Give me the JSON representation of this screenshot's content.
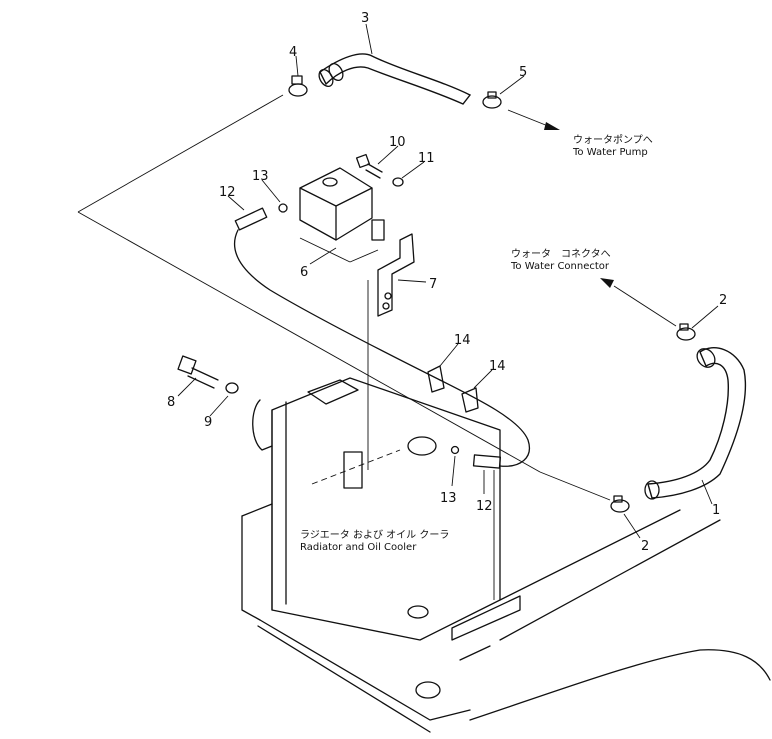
{
  "parts": [
    {
      "id": "part-1",
      "number": "1"
    },
    {
      "id": "part-2a",
      "number": "2"
    },
    {
      "id": "part-2b",
      "number": "2"
    },
    {
      "id": "part-3",
      "number": "3"
    },
    {
      "id": "part-4",
      "number": "4"
    },
    {
      "id": "part-5",
      "number": "5"
    },
    {
      "id": "part-6",
      "number": "6"
    },
    {
      "id": "part-7",
      "number": "7"
    },
    {
      "id": "part-8",
      "number": "8"
    },
    {
      "id": "part-9",
      "number": "9"
    },
    {
      "id": "part-10",
      "number": "10"
    },
    {
      "id": "part-11",
      "number": "11"
    },
    {
      "id": "part-12a",
      "number": "12"
    },
    {
      "id": "part-12b",
      "number": "12"
    },
    {
      "id": "part-13a",
      "number": "13"
    },
    {
      "id": "part-13b",
      "number": "13"
    },
    {
      "id": "part-14a",
      "number": "14"
    },
    {
      "id": "part-14b",
      "number": "14"
    }
  ],
  "labels": {
    "water_pump_jp": "ウォータポンプへ",
    "water_pump_en": "To Water Pump",
    "water_connector_jp": "ウォータ　コネクタへ",
    "water_connector_en": "To Water Connector",
    "radiator_jp": "ラジエータ および オイル クーラ",
    "radiator_en": "Radiator and Oil Cooler"
  }
}
